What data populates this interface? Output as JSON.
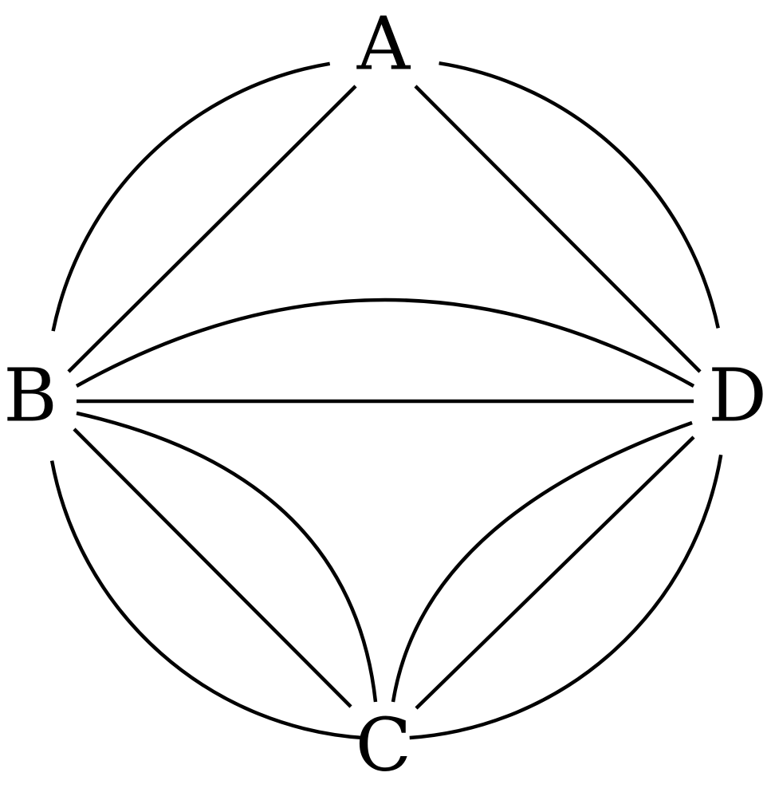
{
  "graph": {
    "nodes": [
      {
        "id": "A",
        "label": "A"
      },
      {
        "id": "B",
        "label": "B"
      },
      {
        "id": "C",
        "label": "C"
      },
      {
        "id": "D",
        "label": "D"
      }
    ],
    "edges": [
      {
        "from": "A",
        "to": "B",
        "kind": "straight"
      },
      {
        "from": "A",
        "to": "B",
        "kind": "outer-arc"
      },
      {
        "from": "A",
        "to": "D",
        "kind": "straight"
      },
      {
        "from": "A",
        "to": "D",
        "kind": "outer-arc"
      },
      {
        "from": "B",
        "to": "D",
        "kind": "straight"
      },
      {
        "from": "B",
        "to": "D",
        "kind": "inner-arc"
      },
      {
        "from": "B",
        "to": "C",
        "kind": "straight"
      },
      {
        "from": "B",
        "to": "C",
        "kind": "outer-arc"
      },
      {
        "from": "B",
        "to": "C",
        "kind": "inner-arc"
      },
      {
        "from": "D",
        "to": "C",
        "kind": "straight"
      },
      {
        "from": "D",
        "to": "C",
        "kind": "outer-arc"
      },
      {
        "from": "D",
        "to": "C",
        "kind": "inner-arc"
      }
    ]
  },
  "style": {
    "line_color": "#000000",
    "background": "#ffffff"
  }
}
